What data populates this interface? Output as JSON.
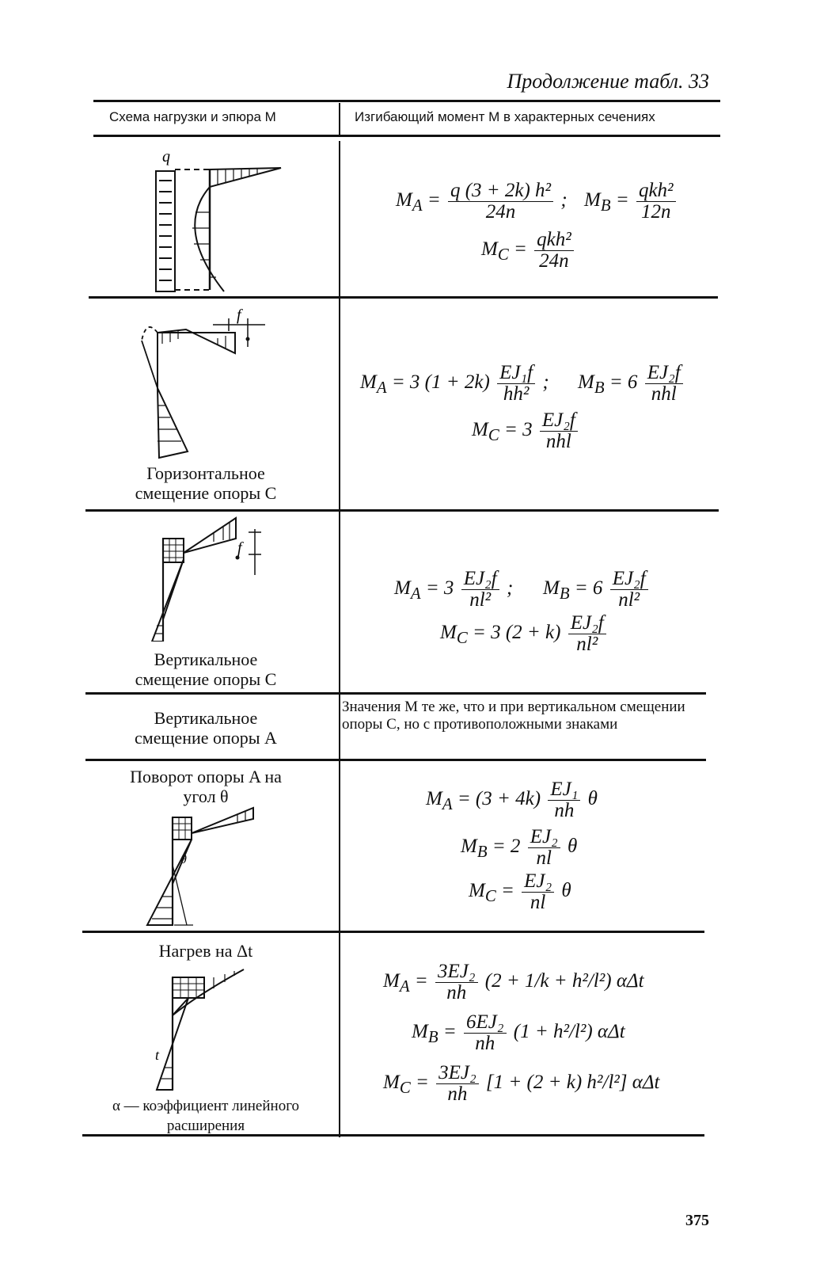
{
  "page": {
    "header": "Продолжение табл. 33",
    "page_number": "375",
    "columns": {
      "left": "Схема нагрузки и эпюра M",
      "right": "Изгибающий момент M в характерных сечениях"
    }
  },
  "rows": [
    {
      "figure": "load-q-diagram",
      "figure_label": "q",
      "caption": "",
      "formulas": {
        "ma": {
          "lhs": "M",
          "sub": "A",
          "eq": "=",
          "num": "q (3 + 2k) h²",
          "den": "24n",
          "sep": ";"
        },
        "mb": {
          "lhs": "M",
          "sub": "B",
          "eq": "=",
          "num": "qkh²",
          "den": "12n"
        },
        "mc": {
          "lhs": "M",
          "sub": "C",
          "eq": "=",
          "num": "qkh²",
          "den": "24n"
        }
      }
    },
    {
      "figure": "horizontal-displacement-diagram",
      "figure_label": "f",
      "caption": "Горизонтальное смещение опоры C",
      "formulas": {
        "ma": {
          "lhs": "M",
          "sub": "A",
          "pre": "= 3 (1 + 2k)",
          "num": "EJ₁f",
          "den": "hh²",
          "sep": ";"
        },
        "mb": {
          "lhs": "M",
          "sub": "B",
          "pre": "= 6",
          "num": "EJ₂f",
          "den": "nhl"
        },
        "mc": {
          "lhs": "M",
          "sub": "C",
          "pre": "= 3",
          "num": "EJ₂f",
          "den": "nhl"
        }
      }
    },
    {
      "figure": "vertical-displacement-c-diagram",
      "figure_label": "f",
      "caption": "Вертикальное смещение опоры C",
      "formulas": {
        "ma": {
          "lhs": "M",
          "sub": "A",
          "pre": "= 3",
          "num": "EJ₂f",
          "den": "nl²",
          "sep": ";"
        },
        "mb": {
          "lhs": "M",
          "sub": "B",
          "pre": "= 6",
          "num": "EJ₂f",
          "den": "nl²"
        },
        "mc": {
          "lhs": "M",
          "sub": "C",
          "pre": "= 3 (2 + k)",
          "num": "EJ₂f",
          "den": "nl²"
        }
      }
    },
    {
      "caption": "Вертикальное смещение опоры A",
      "note": "Значения M те же, что и при вертикальном смещении опоры C, но с противоположными знаками"
    },
    {
      "figure": "rotation-a-diagram",
      "figure_label": "θ",
      "caption": "Поворот опоры A на угол θ",
      "formulas": {
        "ma": {
          "lhs": "M",
          "sub": "A",
          "pre": "= (3 + 4k)",
          "num": "EJ₁",
          "den": "nh",
          "post": "θ"
        },
        "mb": {
          "lhs": "M",
          "sub": "B",
          "pre": "= 2",
          "num": "EJ₂",
          "den": "nl",
          "post": "θ"
        },
        "mc": {
          "lhs": "M",
          "sub": "C",
          "pre": "=",
          "num": "EJ₂",
          "den": "nl",
          "post": "θ"
        }
      }
    },
    {
      "figure": "heating-diagram",
      "figure_label": "t",
      "caption": "Нагрев на Δt",
      "footnote": "α — коэффициент линейного расширения",
      "formulas": {
        "ma": {
          "lhs": "M",
          "sub": "A",
          "eq": "=",
          "num": "3EJ₂",
          "den": "nh",
          "post": "(2 + 1/k + h²/l²) αΔt"
        },
        "mb": {
          "lhs": "M",
          "sub": "B",
          "eq": "=",
          "num": "6EJ₂",
          "den": "nh",
          "post": "(1 + h²/l²) αΔt"
        },
        "mc": {
          "lhs": "M",
          "sub": "C",
          "eq": "=",
          "num": "3EJ₂",
          "den": "nh",
          "post": "[1 + (2 + k) h²/l²] αΔt"
        }
      }
    }
  ]
}
